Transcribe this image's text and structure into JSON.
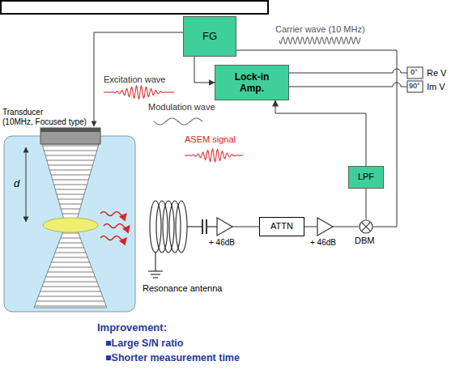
{
  "diagram": {
    "nodes": [
      {
        "text": [
          "FG"
        ]
      },
      {
        "text": [
          "Lock-in Amp."
        ]
      },
      {
        "text": [
          "ATTN"
        ]
      },
      {
        "text": [
          "LPF"
        ]
      },
      {
        "text": [
          "DBM"
        ]
      }
    ],
    "edges": [
      {
        "from": 0,
        "to": 1,
        "arrow": "to"
      },
      {
        "from": 0,
        "to": 4,
        "arrow": "none"
      },
      {
        "from": 3,
        "to": 1,
        "arrow": "to"
      },
      {
        "from": 4,
        "to": 3,
        "arrow": "none"
      },
      {
        "from": 2,
        "to": 4,
        "arrow": "none"
      }
    ],
    "labels": [
      "Carrier wave (10 MHz)",
      "Excitation wave",
      "Modulation wave",
      "0°",
      "90°",
      "Re V",
      "Im V",
      "Transducer",
      "(10MHz, Focused type)",
      "d",
      "ASEM signal",
      "+ 46dB",
      "+ 46dB",
      "Resonance antenna",
      "Improvement:",
      "■Large S/N ratio",
      "■Shorter measurement time"
    ]
  }
}
